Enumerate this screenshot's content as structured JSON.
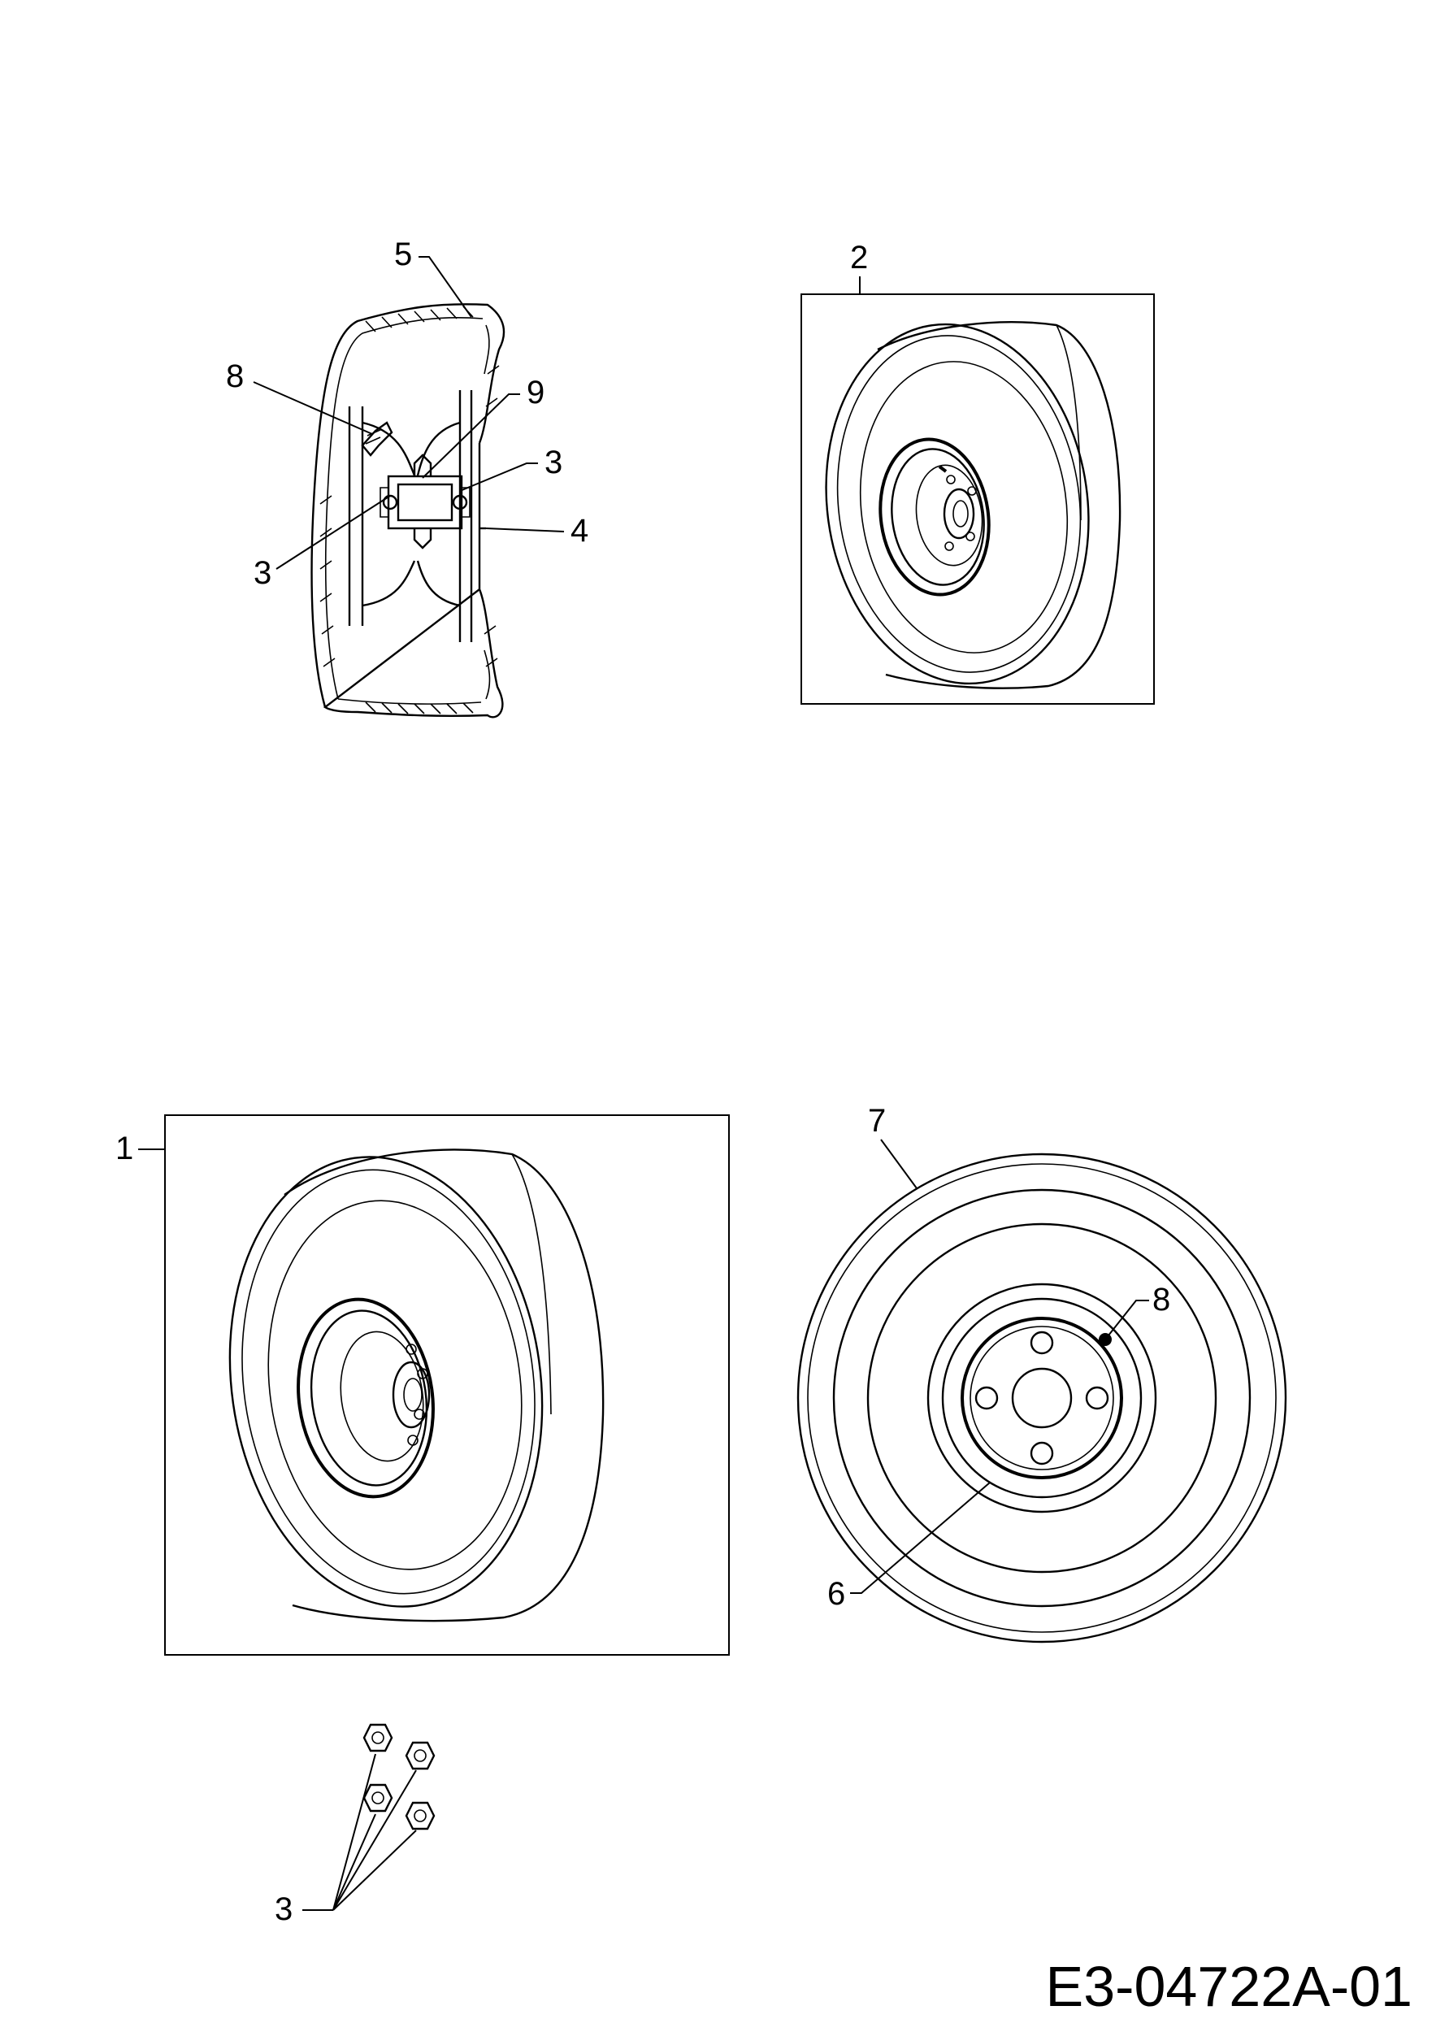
{
  "drawing_code": "E3-04722A-01",
  "callouts": {
    "cross_section": [
      "5",
      "8",
      "9",
      "3",
      "3",
      "4"
    ],
    "wheel_2": "2",
    "wheel_1": "1",
    "wheel_front": [
      "7",
      "8",
      "6"
    ],
    "nuts": "3"
  }
}
